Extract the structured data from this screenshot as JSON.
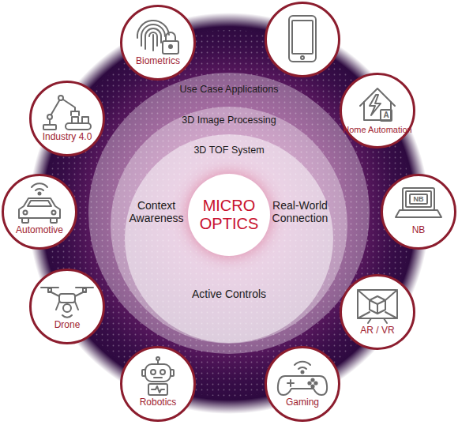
{
  "diagram": {
    "nodes": [
      {
        "text": [
          "Use Case Applications"
        ]
      },
      {
        "text": [
          "3D Image Processing"
        ],
        "in": 0
      },
      {
        "text": [
          "3D TOF System",
          "Context Awareness",
          "Real-World Connection",
          "Active Controls"
        ],
        "in": 1
      },
      {
        "text": [
          "MICRO OPTICS"
        ],
        "in": 2
      },
      {
        "text": [
          "Biometrics"
        ]
      },
      {
        "text": [
          "Industry 4.0"
        ]
      },
      {
        "text": [
          "A",
          "Home Automation"
        ]
      },
      {
        "text": [
          "Automotive"
        ]
      },
      {
        "text": [
          "NB",
          "NB"
        ]
      },
      {
        "text": [
          "Drone"
        ]
      },
      {
        "text": [
          "AR / VR"
        ]
      },
      {
        "text": [
          "Robotics"
        ]
      },
      {
        "text": [
          "Gaming"
        ]
      }
    ]
  }
}
